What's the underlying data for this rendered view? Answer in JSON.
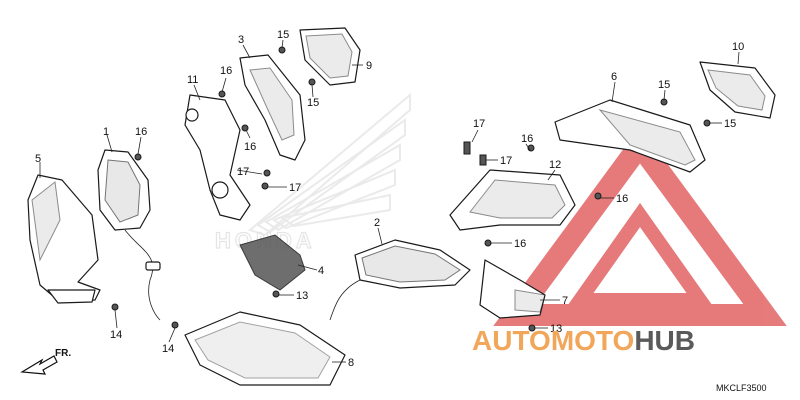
{
  "diagram": {
    "code": "MKCLF3500",
    "direction_label": "FR.",
    "callouts": [
      {
        "id": "c1",
        "label": "1"
      },
      {
        "id": "c2",
        "label": "2"
      },
      {
        "id": "c3",
        "label": "3"
      },
      {
        "id": "c4",
        "label": "4"
      },
      {
        "id": "c5",
        "label": "5"
      },
      {
        "id": "c6",
        "label": "6"
      },
      {
        "id": "c7",
        "label": "7"
      },
      {
        "id": "c8",
        "label": "8"
      },
      {
        "id": "c9",
        "label": "9"
      },
      {
        "id": "c10",
        "label": "10"
      },
      {
        "id": "c11",
        "label": "11"
      },
      {
        "id": "c12",
        "label": "12"
      },
      {
        "id": "c13a",
        "label": "13"
      },
      {
        "id": "c13b",
        "label": "13"
      },
      {
        "id": "c14a",
        "label": "14"
      },
      {
        "id": "c14b",
        "label": "14"
      },
      {
        "id": "c15a",
        "label": "15"
      },
      {
        "id": "c15b",
        "label": "15"
      },
      {
        "id": "c15c",
        "label": "15"
      },
      {
        "id": "c15d",
        "label": "15"
      },
      {
        "id": "c16a",
        "label": "16"
      },
      {
        "id": "c16b",
        "label": "16"
      },
      {
        "id": "c16c",
        "label": "16"
      },
      {
        "id": "c16d",
        "label": "16"
      },
      {
        "id": "c16e",
        "label": "16"
      },
      {
        "id": "c16f",
        "label": "16"
      },
      {
        "id": "c17a",
        "label": "17"
      },
      {
        "id": "c17b",
        "label": "17"
      },
      {
        "id": "c17c",
        "label": "17"
      },
      {
        "id": "c17d",
        "label": "17"
      }
    ]
  },
  "watermark": {
    "brand_part1": "AUTO",
    "brand_part2": "MOTO",
    "brand_part3": "HUB",
    "color_orange": "#f2a65a",
    "color_dark": "#5a5a5a",
    "color_red": "#e05a5a",
    "honda_text": "HONDA"
  }
}
